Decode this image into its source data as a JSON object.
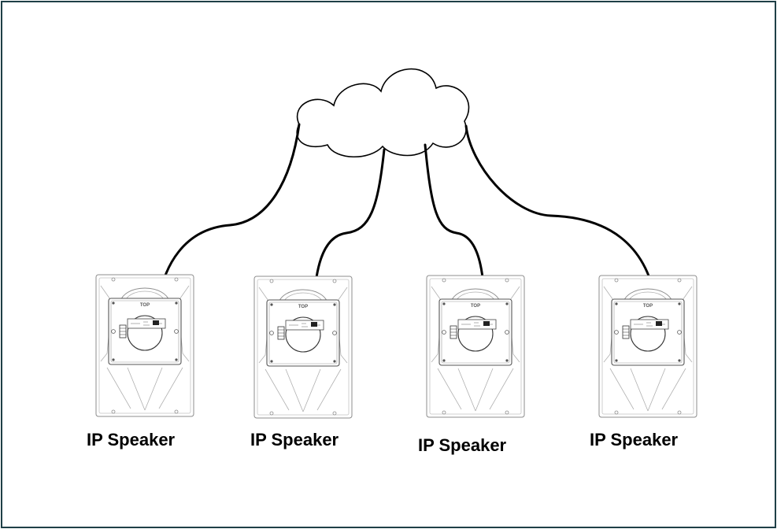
{
  "diagram": {
    "speakers": [
      {
        "label": "IP Speaker",
        "panel_text": "TOP"
      },
      {
        "label": "IP Speaker",
        "panel_text": "TOP"
      },
      {
        "label": "IP Speaker",
        "panel_text": "TOP"
      },
      {
        "label": "IP Speaker",
        "panel_text": "TOP"
      }
    ],
    "network_icon": "cloud-icon",
    "speaker_icon": "ip-speaker-icon",
    "colors": {
      "frame": "#1f3f46",
      "cable": "#000000",
      "device_outline": "#8c8c8c",
      "background": "#ffffff"
    }
  }
}
